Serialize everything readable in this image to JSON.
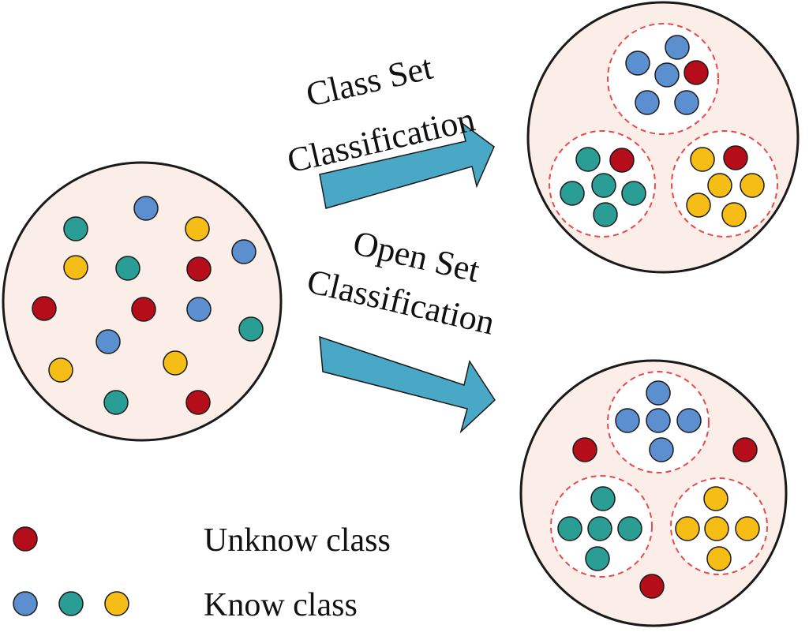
{
  "colors": {
    "unknown": "#b50d1a",
    "blue": "#5b8fd0",
    "teal": "#2a9d94",
    "yellow": "#f6bd16",
    "arrow": "#49a8c6",
    "circle_fill": "#fbeee8",
    "cluster_fill": "#ffffff",
    "cluster_border": "#e84a4a",
    "outline": "#1a1a1a"
  },
  "labels": {
    "top_line1": "Class Set",
    "top_line2": "Classification",
    "bottom_line1": "Open Set",
    "bottom_line2": "Classification"
  },
  "legend": {
    "unknown": "Unknow class",
    "known": "Know class"
  },
  "diagram": {
    "left_dots": [
      {
        "c": "teal"
      },
      {
        "c": "blue"
      },
      {
        "c": "yellow"
      },
      {
        "c": "blue"
      },
      {
        "c": "yellow"
      },
      {
        "c": "teal"
      },
      {
        "c": "unknown"
      },
      {
        "c": "unknown"
      },
      {
        "c": "unknown"
      },
      {
        "c": "blue"
      },
      {
        "c": "teal"
      },
      {
        "c": "blue"
      },
      {
        "c": "yellow"
      },
      {
        "c": "yellow"
      },
      {
        "c": "teal"
      },
      {
        "c": "unknown"
      }
    ],
    "top_clusters": [
      {
        "name": "blue-cluster",
        "dots": [
          "blue",
          "blue",
          "blue",
          "unknown",
          "blue",
          "blue"
        ]
      },
      {
        "name": "teal-cluster",
        "dots": [
          "teal",
          "unknown",
          "teal",
          "teal",
          "teal",
          "teal"
        ]
      },
      {
        "name": "yellow-cluster",
        "dots": [
          "yellow",
          "unknown",
          "yellow",
          "yellow",
          "yellow",
          "yellow"
        ]
      }
    ],
    "bottom_clusters": [
      {
        "name": "blue-cluster",
        "dots": [
          "blue",
          "blue",
          "blue",
          "blue",
          "blue"
        ]
      },
      {
        "name": "teal-cluster",
        "dots": [
          "teal",
          "teal",
          "teal",
          "teal",
          "teal"
        ]
      },
      {
        "name": "yellow-cluster",
        "dots": [
          "yellow",
          "yellow",
          "yellow",
          "yellow",
          "yellow"
        ]
      }
    ],
    "bottom_outliers": [
      "unknown",
      "unknown",
      "unknown"
    ]
  }
}
